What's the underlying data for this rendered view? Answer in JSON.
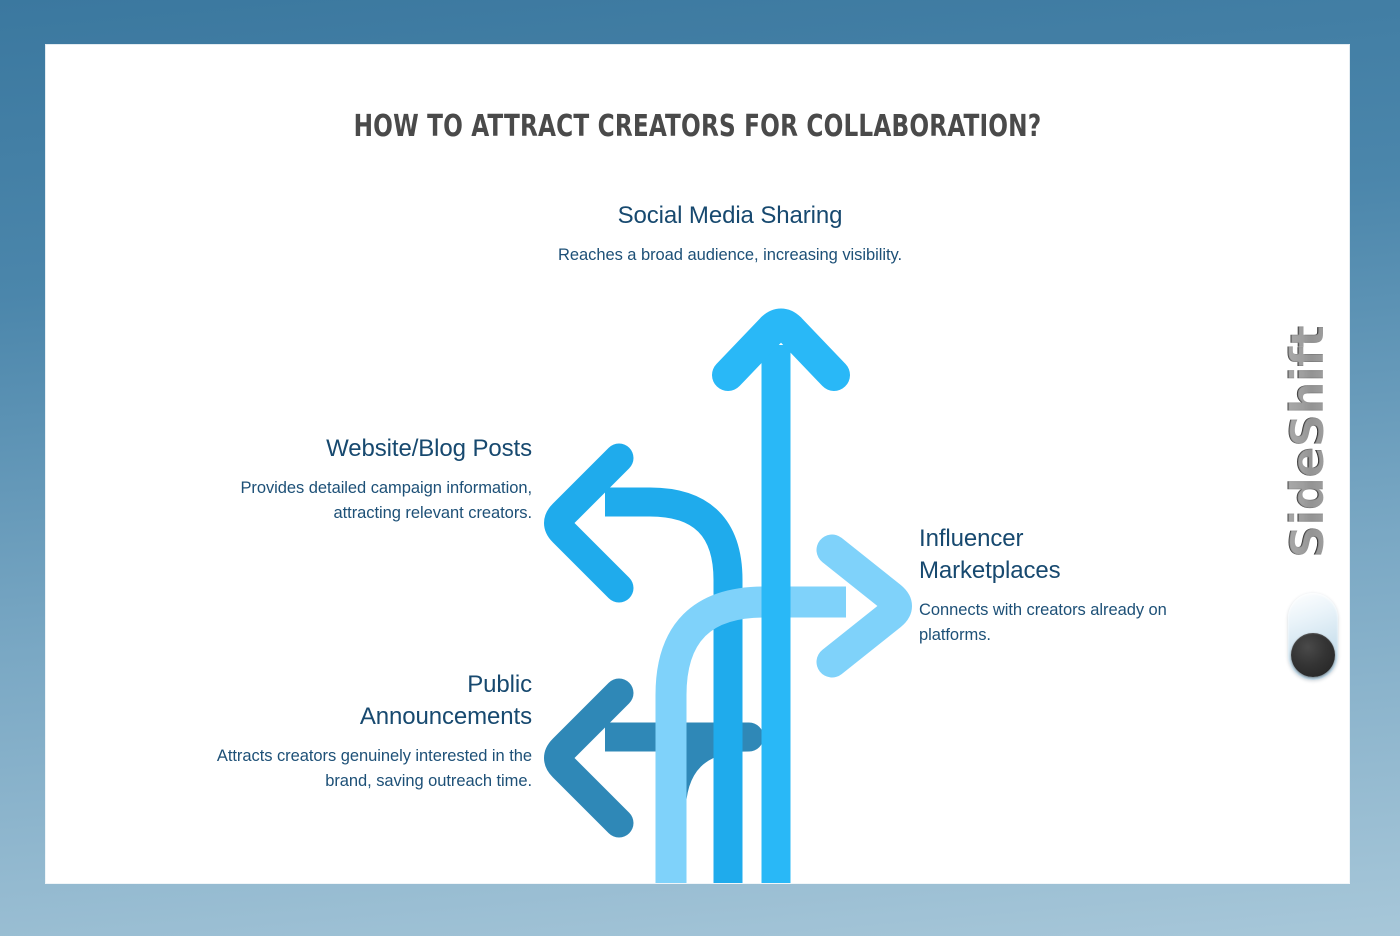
{
  "page": {
    "title": "HOW TO ATTRACT CREATORS FOR COLLABORATION?",
    "background_gradient_top": "#3b789f",
    "background_gradient_bottom": "#a7c7d9",
    "card_background": "#ffffff",
    "title_color": "#4a4a4a",
    "label_heading_color": "#17496f",
    "label_text_color": "#1d5077"
  },
  "brand": {
    "name": "SideShift",
    "text_color": "#2c2c2c",
    "toggle_icon": "toggle-switch-icon",
    "toggle_track_color": "#d8e9f3",
    "toggle_knob_color": "#2a2a2a"
  },
  "branches": [
    {
      "key": "social",
      "heading": "Social Media Sharing",
      "description": "Reaches a broad audience, increasing visibility.",
      "direction": "up",
      "arrow_color": "#29b8f7",
      "icon": "arrow-up-icon"
    },
    {
      "key": "website",
      "heading": "Website/Blog Posts",
      "description": "Provides detailed campaign information, attracting relevant creators.",
      "direction": "left",
      "arrow_color": "#1fabec",
      "icon": "arrow-left-icon"
    },
    {
      "key": "influencer",
      "heading_line1": "Influencer",
      "heading_line2": "Marketplaces",
      "description": "Connects with creators already on platforms.",
      "direction": "right",
      "arrow_color": "#7fd2fa",
      "icon": "arrow-right-icon"
    },
    {
      "key": "public",
      "heading_line1": "Public",
      "heading_line2": "Announcements",
      "description": "Attracts creators genuinely interested in the brand, saving outreach time.",
      "direction": "left",
      "arrow_color": "#2f88b7",
      "icon": "arrow-left-icon"
    }
  ]
}
